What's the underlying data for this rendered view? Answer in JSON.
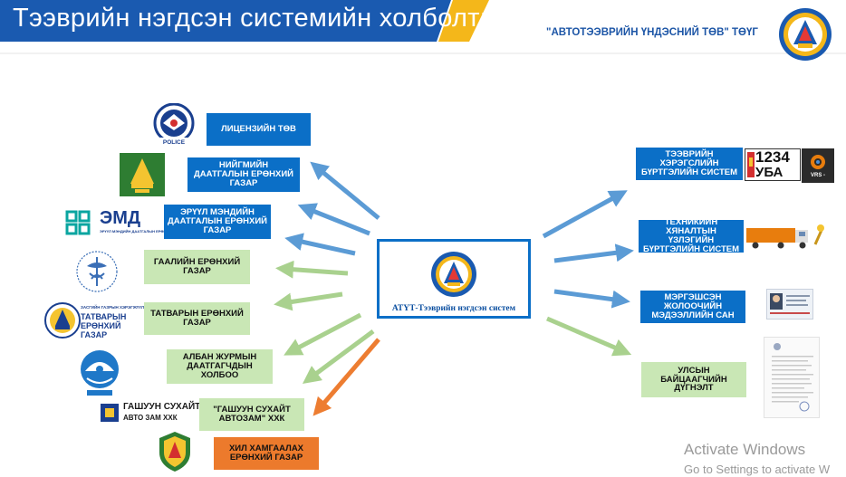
{
  "header": {
    "title": "Тээврийн нэгдсэн системийн холболт:",
    "brand": "\"АВТОТЭЭВРИЙН ҮНДЭСНИЙ ТӨВ\" ТӨҮГ"
  },
  "center": {
    "label": "АТҮТ-Тээврийн нэгдсэн систем"
  },
  "left_boxes": [
    {
      "label": "ЛИЦЕНЗИЙН ТӨВ",
      "color": "#0b6fc7"
    },
    {
      "label": "НИЙГМИЙН ДААТГАЛЫН ЕРӨНХИЙ ГАЗАР",
      "color": "#0b6fc7"
    },
    {
      "label": "ЭРҮҮЛ МЭНДИЙН ДААТГАЛЫН ЕРӨНХИЙ ГАЗАР",
      "color": "#0b6fc7"
    },
    {
      "label": "ГААЛИЙН ЕРӨНХИЙ ГАЗАР",
      "color": "#c9e7b5"
    },
    {
      "label": "ТАТВАРЫН ЕРӨНХИЙ ГАЗАР",
      "color": "#c9e7b5"
    },
    {
      "label": "АЛБАН ЖУРМЫН ДААТГАГЧДЫН ХОЛБОО",
      "color": "#c9e7b5"
    },
    {
      "label": "\"ГАШУУН СУХАЙТ АВТОЗАМ\" ХХК",
      "color": "#c9e7b5"
    },
    {
      "label": "ХИЛ ХАМГААЛАХ ЕРӨНХИЙ ГАЗАР",
      "color": "#ec7a2c"
    }
  ],
  "right_boxes": [
    {
      "label": "ТЭЭВРИЙН ХЭРЭГСЛИЙН БҮРТГЭЛИЙН СИСТЕМ",
      "color": "#0b6fc7"
    },
    {
      "label": "ТЕХНИКИЙН ХЯНАЛТЫН ҮЗЛЭГИЙН БҮРТГЭЛИЙН СИСТЕМ",
      "color": "#0b6fc7"
    },
    {
      "label": "МЭРГЭШСЭН ЖОЛООЧИЙН МЭДЭЭЛЛИЙН САН",
      "color": "#0b6fc7"
    },
    {
      "label": "УЛСЫН БАЙЦААГЧИЙН ДҮГНЭЛТ",
      "color": "#c9e7b5"
    }
  ],
  "logos": {
    "emd": "ЭМД",
    "emd_sub": "ЭРҮҮЛ МЭНДИЙН ДААТГАЛЫН ЕРӨНХИЙ ГАЗАР",
    "tatvar_pre": "ЗАСГИЙН ГАЗРЫН ХЭРЭГЖҮҮЛЭГЧ АГЕНТЛАГ",
    "tatvar": "ТАТВАРЫН ЕРӨНХИЙ ГАЗАР",
    "gashuun1": "ГАШУУН СУХАЙТ",
    "gashuun2": "АВТО ЗАМ ХХК",
    "plate_num": "1234",
    "plate_letters": "УБА",
    "vrs": "VRS -",
    "police": "POLICE"
  },
  "arrow_colors": {
    "blue": "#5b9bd5",
    "green": "#a9d18e",
    "orange": "#ed7d31"
  },
  "watermark": {
    "line1": "Activate Windows",
    "line2": "Go to Settings to activate W"
  }
}
